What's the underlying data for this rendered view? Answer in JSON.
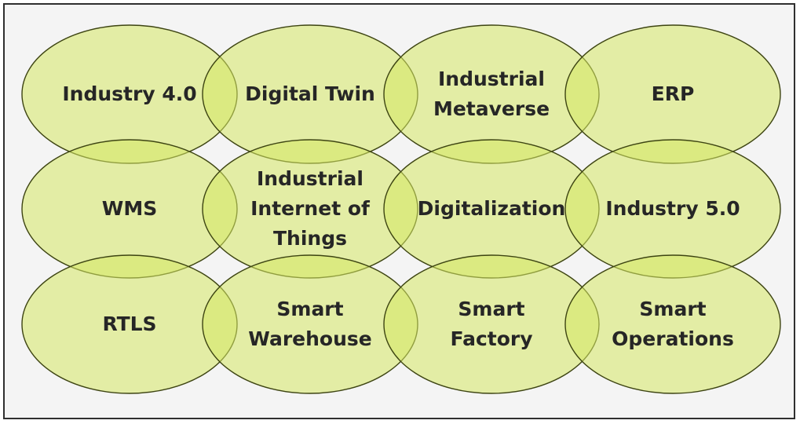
{
  "colors": {
    "bubble_fill": "#d6e864",
    "bubble_stroke": "#3d4412",
    "text": "#262626",
    "background": "#f4f4f4",
    "border": "#2f2f2f"
  },
  "rows": [
    {
      "items": [
        {
          "name": "industry-4-0",
          "lines": [
            "Industry 4.0"
          ]
        },
        {
          "name": "digital-twin",
          "lines": [
            "Digital Twin"
          ]
        },
        {
          "name": "industrial-metaverse",
          "lines": [
            "Industrial",
            "Metaverse"
          ]
        },
        {
          "name": "erp",
          "lines": [
            "ERP"
          ]
        }
      ]
    },
    {
      "items": [
        {
          "name": "wms",
          "lines": [
            "WMS"
          ]
        },
        {
          "name": "industrial-internet-of-things",
          "lines": [
            "Industrial",
            "Internet of",
            "Things"
          ]
        },
        {
          "name": "digitalization",
          "lines": [
            "Digitalization"
          ]
        },
        {
          "name": "industry-5-0",
          "lines": [
            "Industry 5.0"
          ]
        }
      ]
    },
    {
      "items": [
        {
          "name": "rtls",
          "lines": [
            "RTLS"
          ]
        },
        {
          "name": "smart-warehouse",
          "lines": [
            "Smart",
            "Warehouse"
          ]
        },
        {
          "name": "smart-factory",
          "lines": [
            "Smart",
            "Factory"
          ]
        },
        {
          "name": "smart-operations",
          "lines": [
            "Smart",
            "Operations"
          ]
        }
      ]
    }
  ]
}
